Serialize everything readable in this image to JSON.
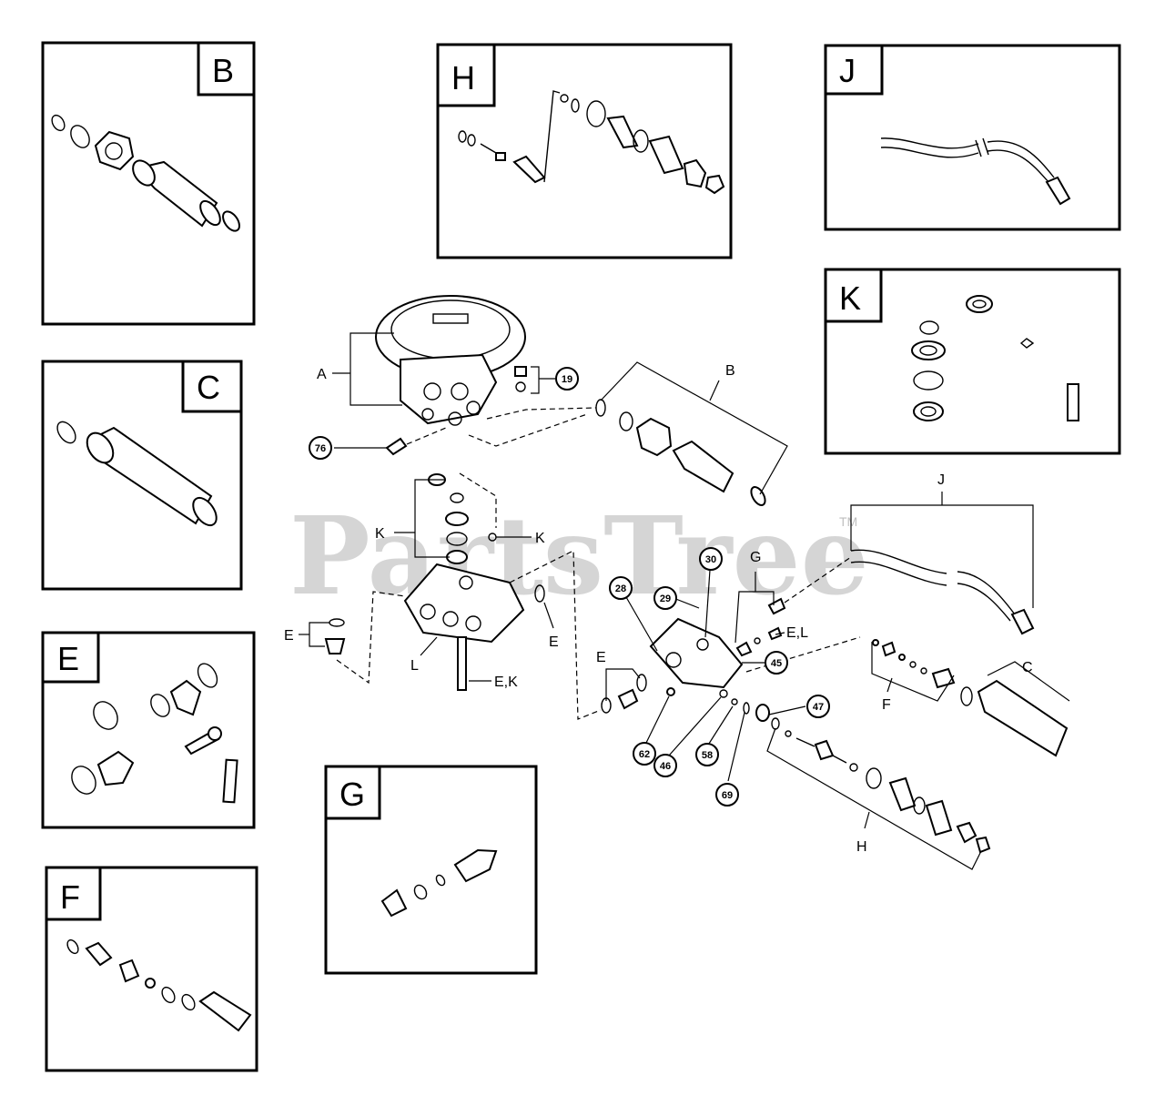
{
  "watermark": {
    "text": "PartsTree",
    "tm": "TM"
  },
  "panels": {
    "b": "B",
    "c": "C",
    "e": "E",
    "f": "F",
    "g": "G",
    "h": "H",
    "j": "J",
    "k": "K"
  },
  "letter_labels": {
    "a": "A",
    "b": "B",
    "c": "C",
    "e_left": "E",
    "e_right": "E",
    "e_mid": "E",
    "ek": "E,K",
    "el": "E,L",
    "f": "F",
    "g": "G",
    "h": "H",
    "j": "J",
    "k_left": "K",
    "k_right": "K",
    "l": "L"
  },
  "callouts": {
    "c19": "19",
    "c28": "28",
    "c29": "29",
    "c30": "30",
    "c45": "45",
    "c46": "46",
    "c47": "47",
    "c58": "58",
    "c62": "62",
    "c69": "69",
    "c76": "76"
  }
}
